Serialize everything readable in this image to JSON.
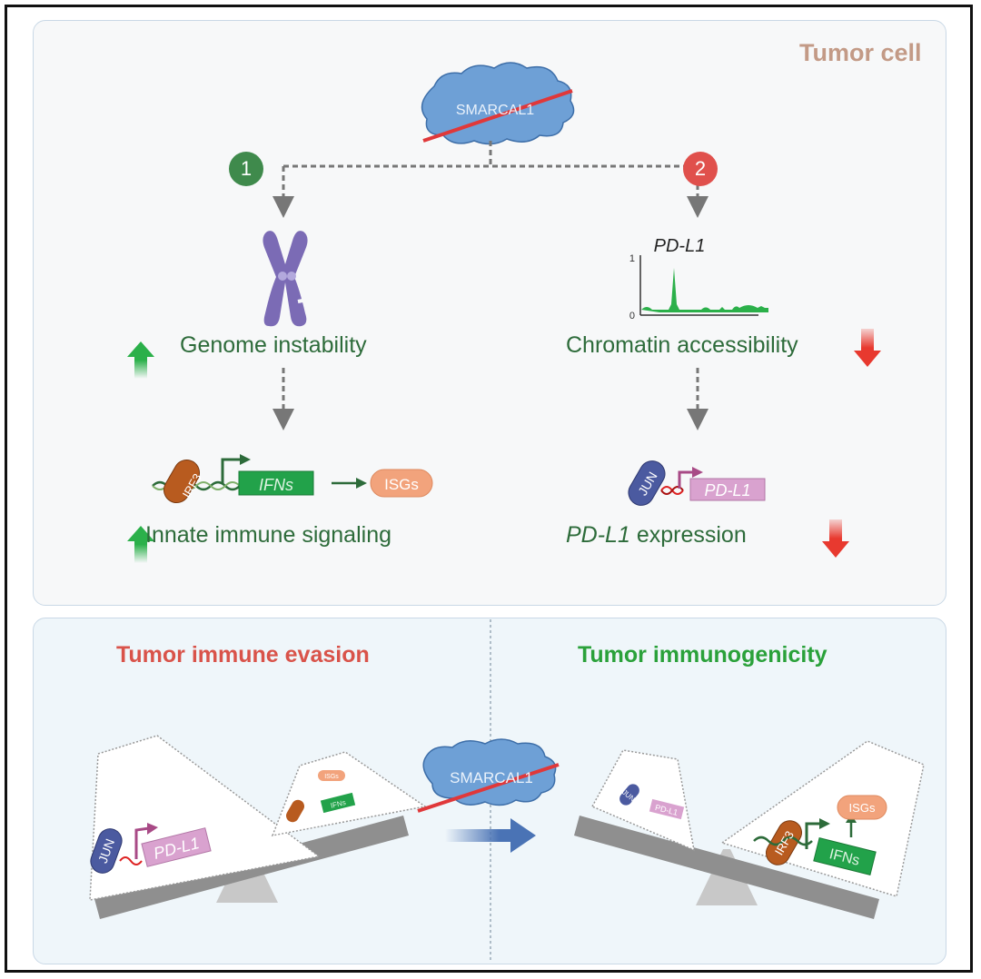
{
  "title": "Tumor cell",
  "protein": "SMARCAL1",
  "steps": [
    {
      "number": "1",
      "color": "#3f8a4c",
      "label": "Genome instability",
      "direction": "up",
      "downstream_label": "Innate immune signaling",
      "downstream_direction": "up"
    },
    {
      "number": "2",
      "color": "#e0504c",
      "label": "Chromatin accessibility",
      "direction": "down",
      "downstream_label_italic": "PD-L1",
      "downstream_label_rest": " expression",
      "downstream_direction": "down"
    }
  ],
  "genes": {
    "irf3": "IRF3",
    "ifns": "IFNs",
    "isgs": "ISGs",
    "jun": "JUN",
    "pdl1": "PD-L1"
  },
  "track": {
    "title": "PD-L1",
    "y_max_label": "1",
    "y_min_label": "0"
  },
  "bottom": {
    "left_heading": "Tumor immune evasion",
    "right_heading": "Tumor immunogenicity"
  },
  "colors": {
    "up_arrow": "#2bb04a",
    "down_arrow": "#e8392f",
    "smarcal1": "#5b93cf",
    "strike": "#e0383a",
    "heading_red": "#d9534a",
    "heading_green": "#2aa13a"
  }
}
